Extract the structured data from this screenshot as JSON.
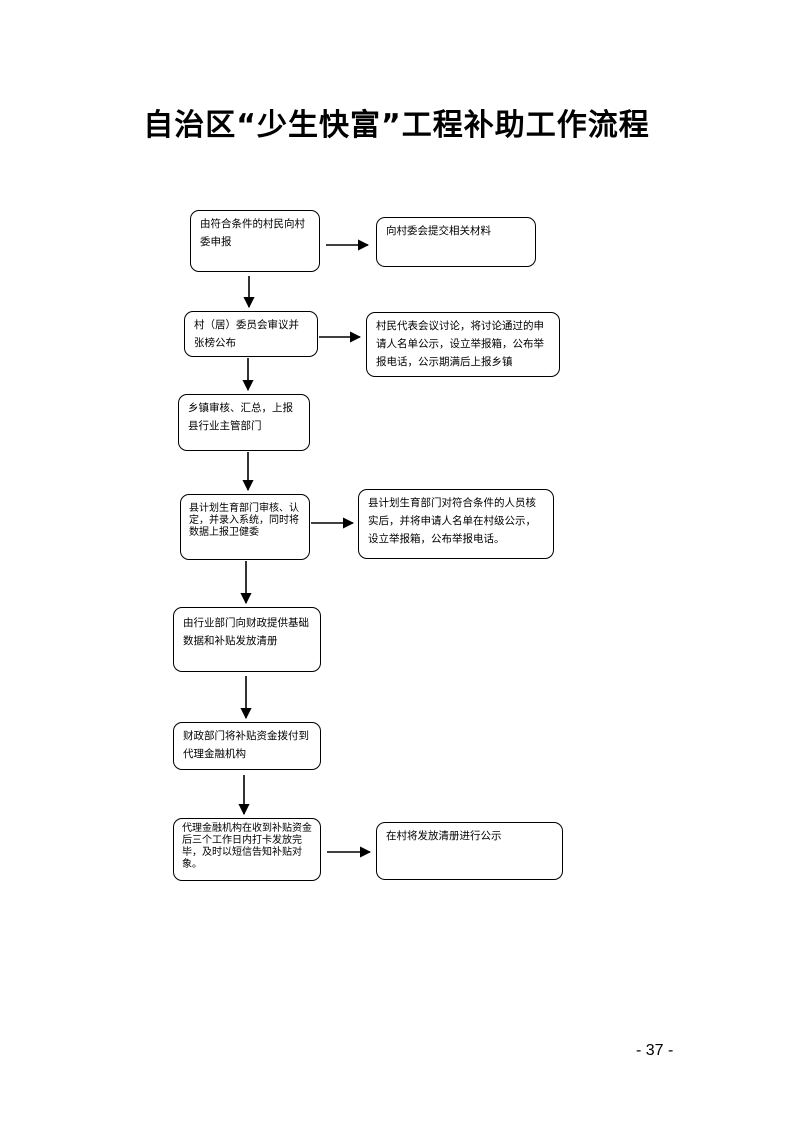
{
  "title": "自治区“少生快富”工程补助工作流程",
  "steps": [
    {
      "main": "由符合条件的村民向村委申报",
      "side": "向村委会提交相关材料"
    },
    {
      "main": "村（居）委员会审议并张榜公布",
      "side": "村民代表会议讨论，将讨论通过的申请人名单公示，设立举报箱，公布举报电话，公示期满后上报乡镇"
    },
    {
      "main": "乡镇审核、汇总，上报县行业主管部门",
      "side": ""
    },
    {
      "main": "县计划生育部门审核、认定，并录入系统，同时将数据上报卫健委",
      "side": "县计划生育部门对符合条件的人员核实后，并将申请人名单在村级公示，设立举报箱，公布举报电话。"
    },
    {
      "main": "由行业部门向财政提供基础数据和补贴发放清册",
      "side": ""
    },
    {
      "main": "财政部门将补贴资金拨付到代理金融机构",
      "side": ""
    },
    {
      "main": "代理金融机构在收到补贴资金后三个工作日内打卡发放完毕，及时以短信告知补贴对象。",
      "side": "在村将发放清册进行公示"
    }
  ],
  "page_number": "- 37 -"
}
